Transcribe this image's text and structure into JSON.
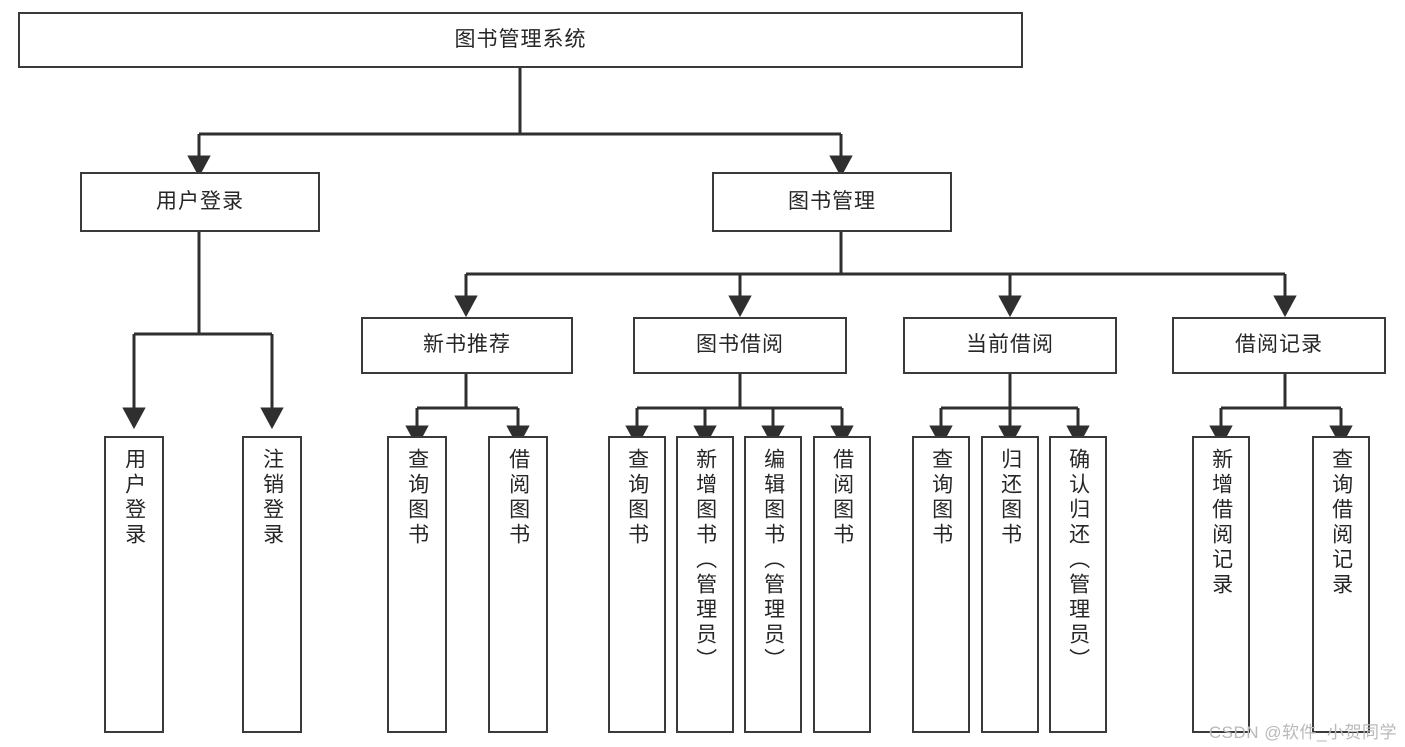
{
  "diagram": {
    "title": "图书管理系统",
    "type": "tree",
    "watermark": "CSDN @软件_小贺同学",
    "colors": {
      "background": "#ffffff",
      "box_border": "#3a3a3a",
      "box_fill": "#ffffff",
      "edge": "#2f2f2f",
      "text": "#262626",
      "watermark": "#b9b9b9"
    },
    "nodes": {
      "root": {
        "label": "图书管理系统",
        "orientation": "horizontal"
      },
      "l1": [
        {
          "id": "user-login",
          "label": "用户登录",
          "orientation": "horizontal"
        },
        {
          "id": "book-manage",
          "label": "图书管理",
          "orientation": "horizontal"
        }
      ],
      "l2": [
        {
          "id": "new-book-rec",
          "label": "新书推荐",
          "orientation": "horizontal"
        },
        {
          "id": "book-borrow",
          "label": "图书借阅",
          "orientation": "horizontal"
        },
        {
          "id": "current-borrow",
          "label": "当前借阅",
          "orientation": "horizontal"
        },
        {
          "id": "borrow-record",
          "label": "借阅记录",
          "orientation": "horizontal"
        }
      ],
      "leaves": [
        {
          "id": "leaf-user-login",
          "label": "用户登录",
          "parent": "user-login",
          "orientation": "vertical"
        },
        {
          "id": "leaf-user-logout",
          "label": "注销登录",
          "parent": "user-login",
          "orientation": "vertical"
        },
        {
          "id": "leaf-query-book-rec",
          "label": "查询图书",
          "parent": "new-book-rec",
          "orientation": "vertical"
        },
        {
          "id": "leaf-borrow-book-rec",
          "label": "借阅图书",
          "parent": "new-book-rec",
          "orientation": "vertical"
        },
        {
          "id": "leaf-query-book-borrow",
          "label": "查询图书",
          "parent": "book-borrow",
          "orientation": "vertical"
        },
        {
          "id": "leaf-add-book",
          "label": "新增图书（管理员）",
          "parent": "book-borrow",
          "orientation": "vertical"
        },
        {
          "id": "leaf-edit-book",
          "label": "编辑图书（管理员）",
          "parent": "book-borrow",
          "orientation": "vertical"
        },
        {
          "id": "leaf-borrow-book",
          "label": "借阅图书",
          "parent": "book-borrow",
          "orientation": "vertical"
        },
        {
          "id": "leaf-query-book-current",
          "label": "查询图书",
          "parent": "current-borrow",
          "orientation": "vertical"
        },
        {
          "id": "leaf-return-book",
          "label": "归还图书",
          "parent": "current-borrow",
          "orientation": "vertical"
        },
        {
          "id": "leaf-confirm-return",
          "label": "确认归还（管理员）",
          "parent": "current-borrow",
          "orientation": "vertical"
        },
        {
          "id": "leaf-add-record",
          "label": "新增借阅记录",
          "parent": "borrow-record",
          "orientation": "vertical"
        },
        {
          "id": "leaf-query-record",
          "label": "查询借阅记录",
          "parent": "borrow-record",
          "orientation": "vertical"
        }
      ]
    }
  }
}
